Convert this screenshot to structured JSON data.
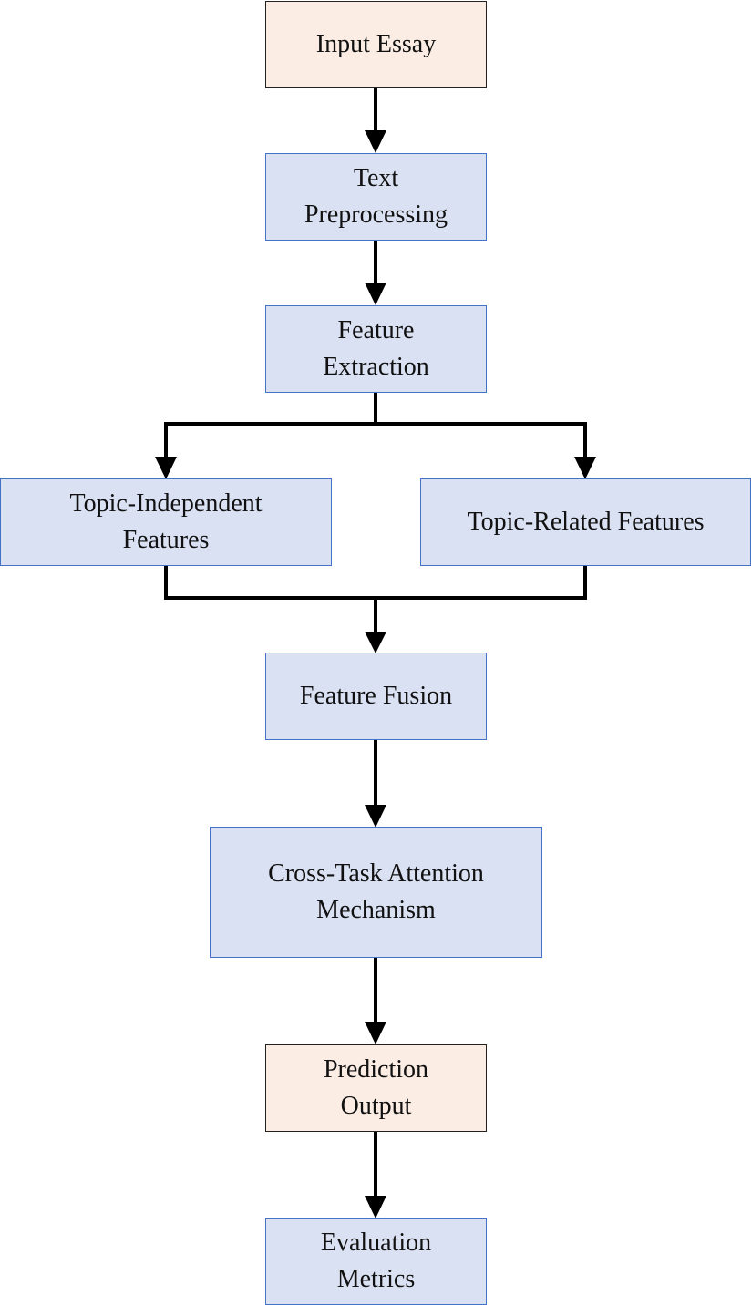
{
  "nodes": {
    "input_essay": {
      "label": "Input Essay",
      "kind": "terminal"
    },
    "text_preprocessing": {
      "label": "Text\nPreprocessing",
      "kind": "process"
    },
    "feature_extraction": {
      "label": "Feature\nExtraction",
      "kind": "process"
    },
    "topic_independent": {
      "label": "Topic-Independent\nFeatures",
      "kind": "process"
    },
    "topic_related": {
      "label": "Topic-Related Features",
      "kind": "process"
    },
    "feature_fusion": {
      "label": "Feature Fusion",
      "kind": "process"
    },
    "cross_task_attention": {
      "label": "Cross-Task Attention\nMechanism",
      "kind": "process"
    },
    "prediction_output": {
      "label": "Prediction\nOutput",
      "kind": "terminal"
    },
    "evaluation_metrics": {
      "label": "Evaluation\nMetrics",
      "kind": "process"
    }
  },
  "edges": [
    {
      "from": "input_essay",
      "to": "text_preprocessing"
    },
    {
      "from": "text_preprocessing",
      "to": "feature_extraction"
    },
    {
      "from": "feature_extraction",
      "to": "topic_independent"
    },
    {
      "from": "feature_extraction",
      "to": "topic_related"
    },
    {
      "from": "topic_independent",
      "to": "feature_fusion"
    },
    {
      "from": "topic_related",
      "to": "feature_fusion"
    },
    {
      "from": "feature_fusion",
      "to": "cross_task_attention"
    },
    {
      "from": "cross_task_attention",
      "to": "prediction_output"
    },
    {
      "from": "prediction_output",
      "to": "evaluation_metrics"
    }
  ],
  "colors": {
    "process_fill": "#dae1f3",
    "process_border": "#4472c4",
    "terminal_fill": "#fbede3",
    "terminal_border": "#222222",
    "arrow": "#000000"
  }
}
